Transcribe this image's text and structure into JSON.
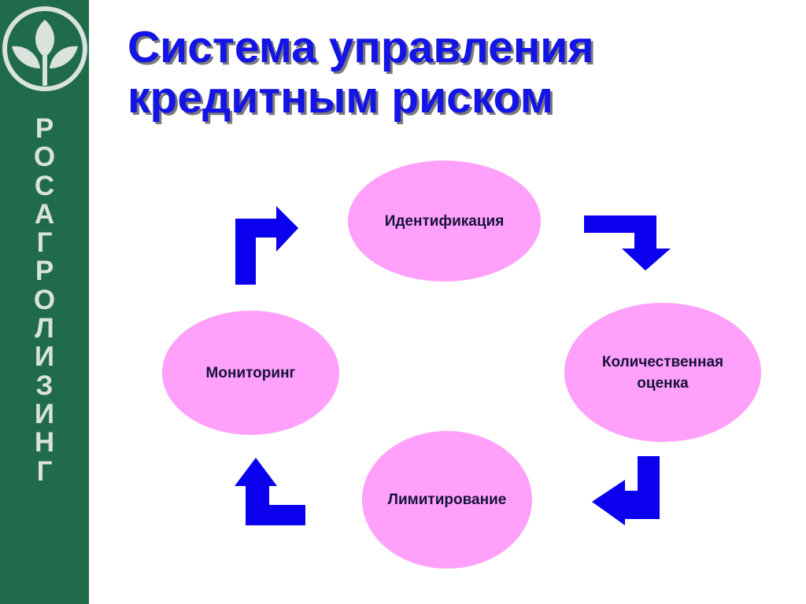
{
  "sidebar": {
    "brand_letters": [
      "Р",
      "О",
      "С",
      "А",
      "Г",
      "Р",
      "О",
      "Л",
      "И",
      "З",
      "И",
      "Н",
      "Г"
    ],
    "background": "#1f6b4c",
    "logo_icon": "leaf-sprout-logo-icon"
  },
  "slide": {
    "title_lines": [
      "Система управления",
      "кредитным риском"
    ],
    "title_color": "#1414e6"
  },
  "cycle": {
    "node_color": "#ffa0fb",
    "arrow_color": "#0a00ee",
    "nodes": {
      "identification": {
        "lines": [
          "Идентификация"
        ]
      },
      "quantitative": {
        "lines": [
          "Количественная",
          "оценка"
        ]
      },
      "limiting": {
        "lines": [
          "Лимитирование"
        ]
      },
      "monitoring": {
        "lines": [
          "Мониторинг"
        ]
      }
    },
    "sequence": [
      "identification",
      "quantitative",
      "limiting",
      "monitoring"
    ]
  }
}
